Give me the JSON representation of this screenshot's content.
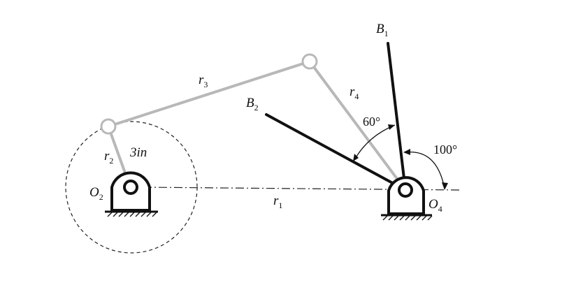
{
  "labels": {
    "B1": "B",
    "B1_sub": "1",
    "B2": "B",
    "B2_sub": "2",
    "r1": "r",
    "r1_sub": "1",
    "r2": "r",
    "r2_sub": "2",
    "r3": "r",
    "r3_sub": "3",
    "r4": "r",
    "r4_sub": "4",
    "O2": "O",
    "O2_sub": "2",
    "O4": "O",
    "O4_sub": "4",
    "crank_length": "3in",
    "angle_between_B": "60°",
    "angle_B1": "100°"
  },
  "colors": {
    "ground_link_gray": "#b8b8b8",
    "output_link_black": "#111111"
  }
}
